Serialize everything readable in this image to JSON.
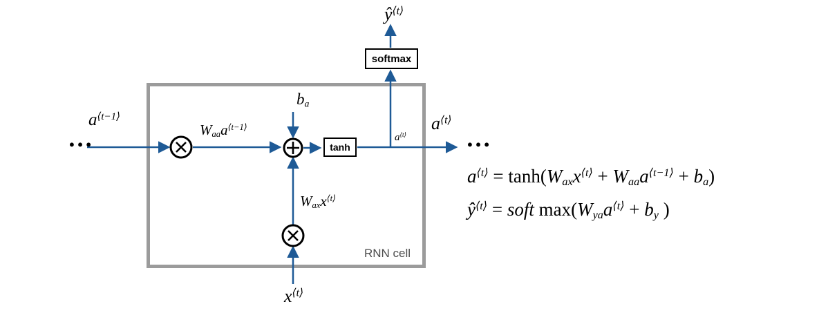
{
  "colors": {
    "arrow_blue": "#1e5a96",
    "cell_border_gray": "#9b9b9b",
    "node_stroke": "#000000"
  },
  "cell": {
    "label": "RNN cell"
  },
  "boxes": {
    "tanh": "tanh",
    "softmax": "softmax"
  },
  "dots": {
    "left": "…",
    "right": "…"
  },
  "labels": {
    "a_prev": [
      {
        "text": "a"
      },
      {
        "sup": "⟨t−1⟩"
      }
    ],
    "waa_term": [
      {
        "text": "W"
      },
      {
        "sub": "aa"
      },
      {
        "text": "a"
      },
      {
        "sup": "⟨t−1⟩"
      }
    ],
    "b_a": [
      {
        "text": "b"
      },
      {
        "sub": "a"
      }
    ],
    "wax_term": [
      {
        "text": "W"
      },
      {
        "sub": "ax"
      },
      {
        "text": "x"
      },
      {
        "sup": "⟨t⟩"
      }
    ],
    "x_t": [
      {
        "text": "x"
      },
      {
        "sup": "⟨t⟩"
      }
    ],
    "a_t_small": [
      {
        "text": "a"
      },
      {
        "sup": "⟨t⟩"
      }
    ],
    "a_t_out": [
      {
        "text": "a"
      },
      {
        "sup": "⟨t⟩"
      }
    ],
    "y_hat": [
      {
        "text": "ŷ"
      },
      {
        "sup": "⟨t⟩"
      }
    ]
  },
  "equations": {
    "line1": [
      {
        "text": "a"
      },
      {
        "sup": "⟨t⟩"
      },
      {
        "text": " = tanh(",
        "roman": true
      },
      {
        "text": "W"
      },
      {
        "sub": "ax"
      },
      {
        "text": "x"
      },
      {
        "sup": "⟨t⟩"
      },
      {
        "text": " + ",
        "roman": true
      },
      {
        "text": "W"
      },
      {
        "sub": "aa"
      },
      {
        "text": "a"
      },
      {
        "sup": "⟨t−1⟩"
      },
      {
        "text": " + ",
        "roman": true
      },
      {
        "text": "b"
      },
      {
        "sub": "a"
      },
      {
        "text": ")",
        "roman": true
      }
    ],
    "line2": [
      {
        "text": "ŷ"
      },
      {
        "sup": "⟨t⟩"
      },
      {
        "text": " = ",
        "roman": true
      },
      {
        "text": "soft"
      },
      {
        "text": " max(",
        "roman": true
      },
      {
        "text": "W"
      },
      {
        "sub": "ya"
      },
      {
        "text": "a"
      },
      {
        "sup": "⟨t⟩"
      },
      {
        "text": " + ",
        "roman": true
      },
      {
        "text": "b"
      },
      {
        "sub": "y"
      },
      {
        "text": " )",
        "roman": true
      }
    ]
  }
}
